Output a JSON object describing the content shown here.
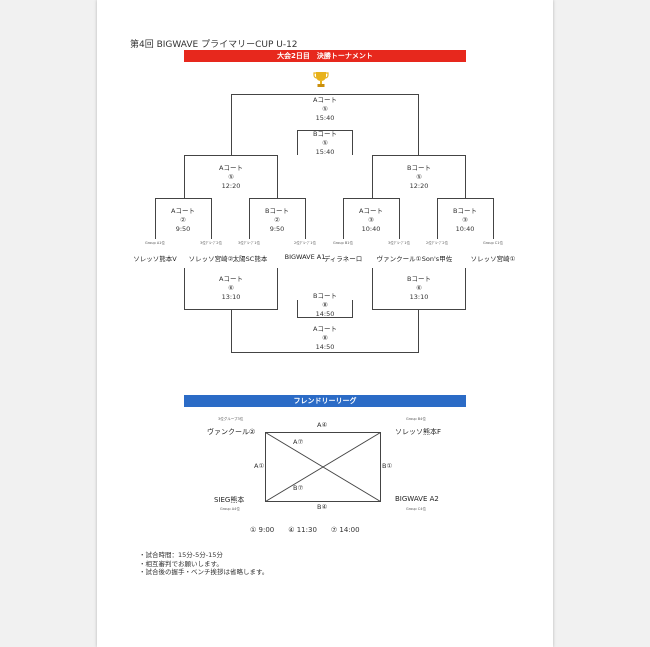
{
  "document": {
    "title": "第4回 BIGWAVE プライマリーCUP U-12",
    "final_banner": "大会2日目　決勝トーナメント",
    "friendly_banner": "フレンドリーリーグ"
  },
  "tournament": {
    "final_court": "Aコート",
    "final_num": "⑤",
    "final_time": "15:40",
    "third_court": "Bコート",
    "third_num": "⑤",
    "third_time": "15:40",
    "sf_left_court": "Aコート",
    "sf_left_num": "⑤",
    "sf_left_time": "12:20",
    "sf_right_court": "Bコート",
    "sf_right_num": "⑤",
    "sf_right_time": "12:20",
    "qf1_court": "Aコート",
    "qf1_num": "②",
    "qf1_time": "9:50",
    "qf2_court": "Bコート",
    "qf2_num": "②",
    "qf2_time": "9:50",
    "qf3_court": "Aコート",
    "qf3_num": "③",
    "qf3_time": "10:40",
    "qf4_court": "Bコート",
    "qf4_num": "③",
    "qf4_time": "10:40",
    "cons_left_court": "Aコート",
    "cons_left_num": "⑥",
    "cons_left_time": "13:10",
    "cons_right_court": "Bコート",
    "cons_right_num": "⑥",
    "cons_right_time": "13:10",
    "cons_mid_court": "Bコート",
    "cons_mid_num": "⑧",
    "cons_mid_time": "14:50",
    "cons_final_court": "Aコート",
    "cons_final_num": "⑧",
    "cons_final_time": "14:50",
    "teams": [
      {
        "seed": "Group A1位",
        "name": "ソレッソ熊本V"
      },
      {
        "seed": "3位ｸﾞﾙｰﾌﾟ2位",
        "name": "ソレッソ宮崎②"
      },
      {
        "seed": "3位ｸﾞﾙｰﾌﾟ1位",
        "name": "太陽SC熊本"
      },
      {
        "seed": "2位ｸﾞﾙｰﾌﾟ1位",
        "name": "BIGWAVE A1"
      },
      {
        "seed": "Group B1位",
        "name": "ディラネーロ"
      },
      {
        "seed": "3位ｸﾞﾙｰﾌﾟ1位",
        "name": "ヴァンクール①"
      },
      {
        "seed": "2位ｸﾞﾙｰﾌﾟ2位",
        "name": "Son's甲佐"
      },
      {
        "seed": "Group C1位",
        "name": "ソレッソ宮崎①"
      }
    ]
  },
  "friendly": {
    "tl_seed": "3位グループ3位",
    "tl_name": "ヴァンクール②",
    "tr_seed": "Group B4位",
    "tr_name": "ソレッソ熊本F",
    "bl_name": "SIEG熊本",
    "bl_seed": "Group A4位",
    "br_name": "BIGWAVE A2",
    "br_seed": "Group C4位",
    "top": "A④",
    "bottom": "B④",
    "left": "A①",
    "right": "B①",
    "diag_upper": "A⑦",
    "diag_lower": "B⑦",
    "times": "① 9:00　　④ 11:30　　⑦ 14:00"
  },
  "notes": [
    "・試合時間：15分-5分-15分",
    "・相互審判でお願いします。",
    "・試合後の握手・ベンチ挨拶は省略します。"
  ],
  "icons": {
    "trophy": "trophy-icon",
    "trophy_color": "#e8b21b"
  },
  "colors": {
    "banner_red": "#e7281d",
    "banner_blue": "#2b6bc6"
  }
}
